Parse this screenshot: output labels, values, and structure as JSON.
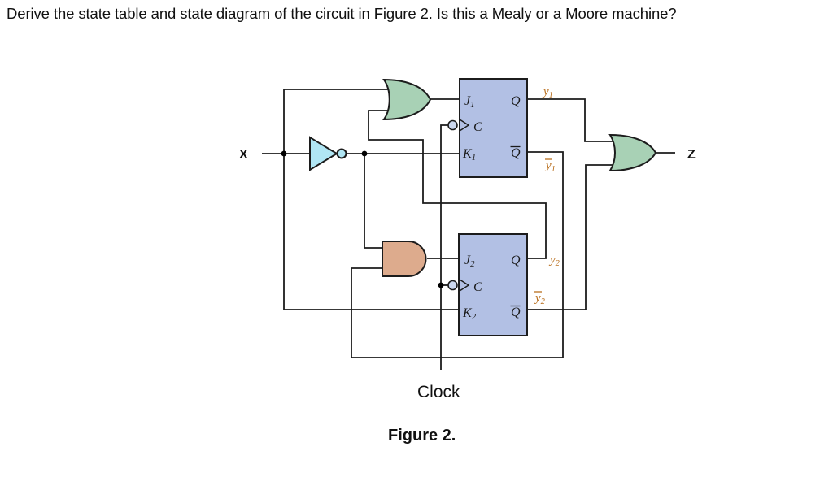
{
  "question": {
    "text": "Derive the state table and state diagram of the circuit in Figure 2.  Is this a Mealy or a Moore machine?"
  },
  "figure": {
    "caption": "Figure 2.",
    "clock_label": "Clock",
    "input_label": "X",
    "output_label": "Z"
  },
  "flip_flops": {
    "ff1": {
      "j": {
        "base": "J",
        "sub": "1"
      },
      "c": "C",
      "k": {
        "base": "K",
        "sub": "1"
      },
      "q": "Q",
      "q_bar": "Q"
    },
    "ff2": {
      "j": {
        "base": "J",
        "sub": "2"
      },
      "c": "C",
      "k": {
        "base": "K",
        "sub": "2"
      },
      "q": "Q",
      "q_bar": "Q"
    }
  },
  "signals": {
    "y1": {
      "base": "y",
      "sub": "1"
    },
    "y1_bar": {
      "base": "y",
      "sub": "1"
    },
    "y2": {
      "base": "y",
      "sub": "2"
    },
    "y2_bar": {
      "base": "y",
      "sub": "2"
    }
  },
  "colors": {
    "flip_flop_fill": "#b2c0e4",
    "or_gate_fill": "#a8d1b5",
    "and_gate_fill": "#ddab8d",
    "not_gate_fill": "#b0e6f4",
    "signal_label_color": "#b96f1e",
    "wire_color": "#1c1c1c"
  }
}
